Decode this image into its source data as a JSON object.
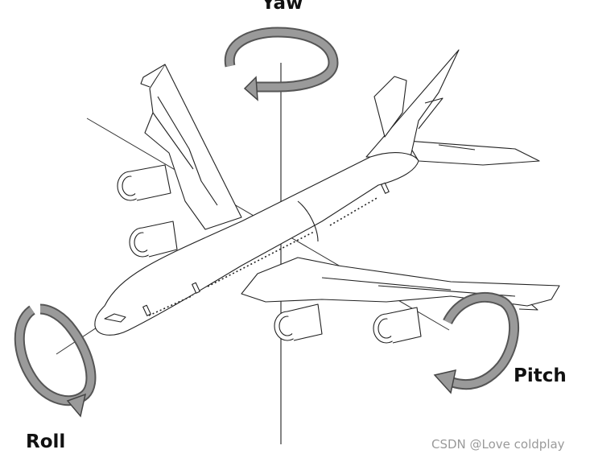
{
  "labels": {
    "yaw": "Yaw",
    "pitch": "Pitch",
    "roll": "Roll"
  },
  "watermark": "CSDN @Love coldplay",
  "colors": {
    "arrow_fill": "#9a9a9a",
    "arrow_edge": "#4a4a4a",
    "line": "#222222",
    "background": "#ffffff"
  },
  "icons": {
    "yaw": "rotation-arrow-icon",
    "pitch": "rotation-arrow-icon",
    "roll": "rotation-arrow-icon"
  }
}
